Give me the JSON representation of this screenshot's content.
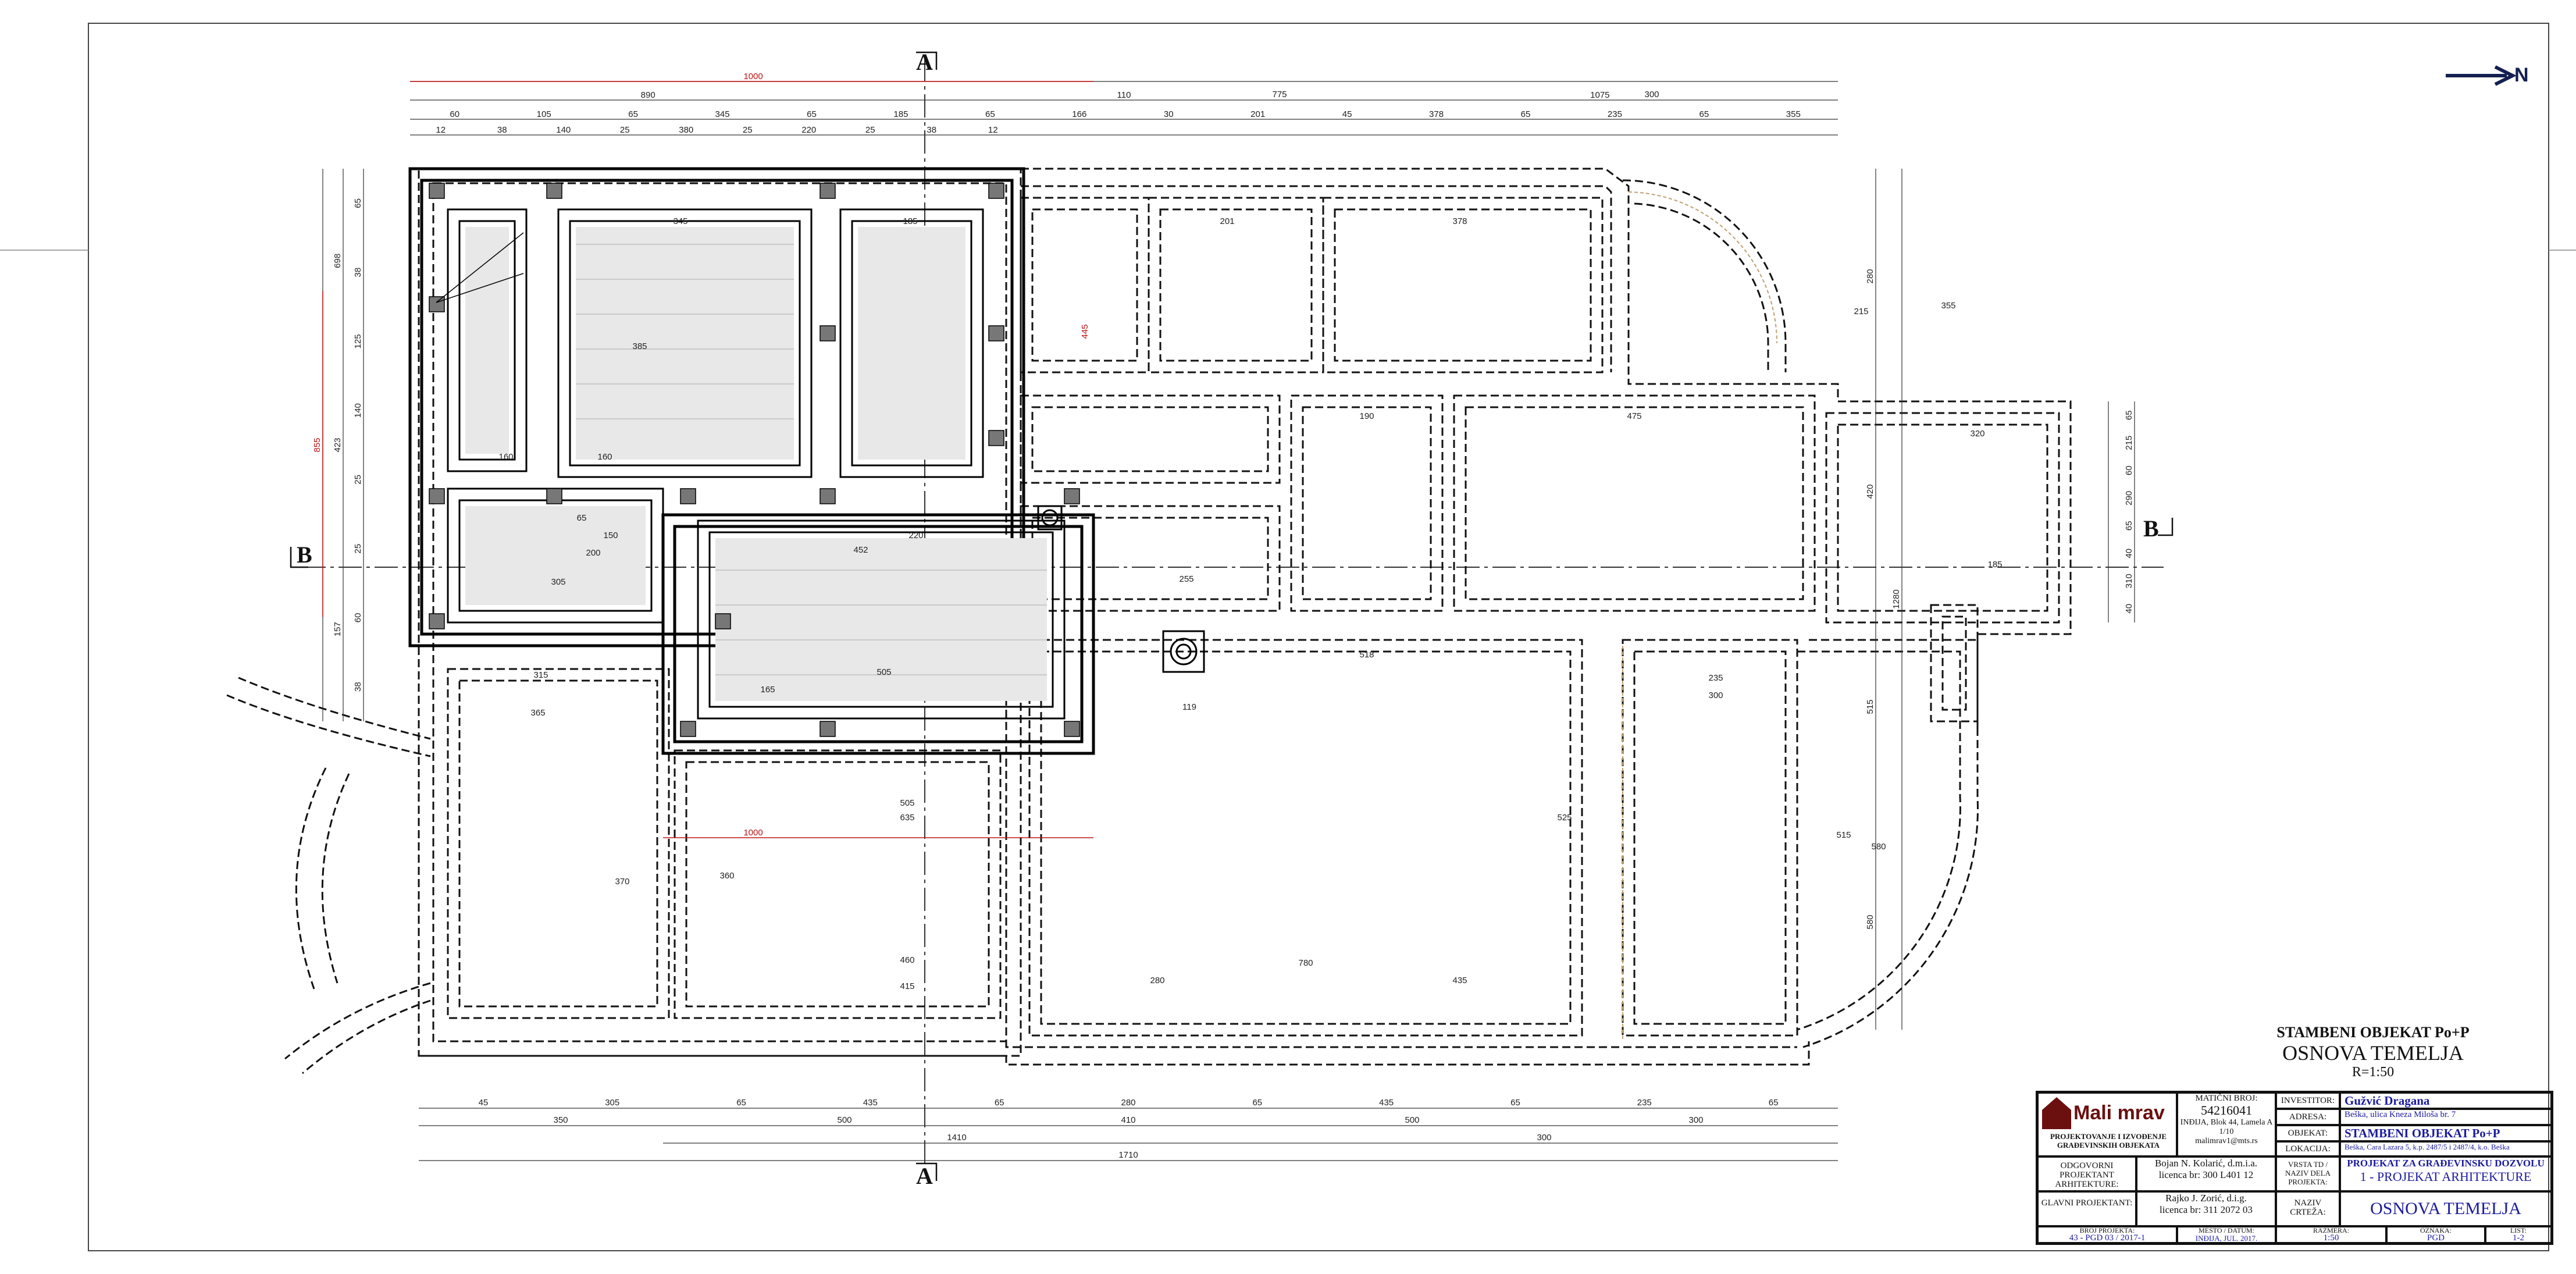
{
  "section_marks": {
    "top": "A",
    "bottom": "A",
    "left": "B",
    "right": "B"
  },
  "north_arrow": {
    "icon": "north-arrow-icon",
    "label": "N"
  },
  "dims_top": {
    "overall": "1000",
    "row1": [
      "890",
      "110",
      "1075"
    ],
    "row2": [
      "775",
      "300"
    ],
    "row3": [
      "60",
      "105",
      "65",
      "345",
      "65",
      "185",
      "65",
      "166",
      "30",
      "201",
      "45",
      "378",
      "65",
      "235",
      "65",
      "355"
    ],
    "row4": [
      "12",
      "38",
      "140",
      "25",
      "380",
      "25",
      "220",
      "25",
      "38",
      "12"
    ]
  },
  "dims_left": {
    "outer": [
      "855"
    ],
    "mid": [
      "698",
      "423",
      "157"
    ],
    "inner": [
      "65",
      "38",
      "125",
      "140",
      "25",
      "25",
      "60",
      "38"
    ]
  },
  "dims_right": {
    "outer": [
      "1280"
    ],
    "mid": [
      "280",
      "420",
      "515",
      "580"
    ],
    "inner": [
      "65",
      "215",
      "60",
      "290",
      "65",
      "40",
      "310",
      "40"
    ]
  },
  "dims_bottom": {
    "row1": [
      "45",
      "305",
      "65",
      "435",
      "65",
      "280",
      "65",
      "435",
      "65",
      "235",
      "65"
    ],
    "row2": [
      "350",
      "500",
      "410",
      "500",
      "300"
    ],
    "row3": [
      "1410",
      "300"
    ],
    "row4": [
      "1710"
    ]
  },
  "interior_dims": [
    "345",
    "385",
    "185",
    "160",
    "160",
    "65",
    "452",
    "220",
    "505",
    "165",
    "305",
    "200",
    "150",
    "315",
    "365",
    "201",
    "378",
    "190",
    "475",
    "320",
    "185",
    "235",
    "300",
    "518",
    "780",
    "460",
    "415",
    "435",
    "280",
    "505",
    "635",
    "370",
    "360",
    "525",
    "515",
    "580",
    "255",
    "119",
    "355",
    "215"
  ],
  "red_dims": [
    "1000",
    "1000",
    "855",
    "445"
  ],
  "drawing_title": {
    "building": "STAMBENI OBJEKAT Po+P",
    "title": "OSNOVA TEMELJA",
    "scale": "R=1:50"
  },
  "title_block": {
    "logo_name": "Mali mrav",
    "logo_sub": "PROJEKTOVANJE I IZVOĐENJE GRAĐEVINSKIH OBJEKATA",
    "reg_label": "MATIČNI BROJ:",
    "reg_no": "54216041",
    "company_address": "INĐIJA, Blok 44, Lamela A 1/10",
    "company_email": "malimrav1@mts.rs",
    "investor_label": "INVESTITOR:",
    "investor": "Gužvić Dragana",
    "address_label": "ADRESA:",
    "address": "Beška, ulica Kneza Miloša br. 7",
    "object_label": "OBJEKAT:",
    "object": "STAMBENI OBJEKAT Po+P",
    "location_label": "LOKACIJA:",
    "location": "Beška, Cara Lazara 5, k.p. 2487/5 i 2487/4, k.o. Beška",
    "doc_type_label": "VRSTA TD / NAZIV DELA PROJEKTA:",
    "doc_type": "PROJEKAT ZA GRAĐEVINSKU DOZVOLU",
    "doc_part": "1 - PROJEKAT ARHITEKTURE",
    "architect_label": "ODGOVORNI PROJEKTANT ARHITEKTURE:",
    "architect": "Bojan N. Kolarić, d.m.i.a.",
    "architect_license": "licenca br: 300 L401 12",
    "chief_label": "GLAVNI PROJEKTANT:",
    "chief": "Rajko J. Zorić, d.i.g.",
    "chief_license": "licenca br: 311 2072 03",
    "drawing_name_label": "NAZIV CRTEŽA:",
    "drawing_name": "OSNOVA TEMELJA",
    "project_no_label": "BROJ PROJEKTA:",
    "project_no": "43 - PGD 03 / 2017-1",
    "place_date_label": "MESTO / DATUM:",
    "place_date": "INĐIJA, JUL. 2017.",
    "scale_label": "RAZMERA:",
    "scale": "1:50",
    "mark_label": "OZNAKA:",
    "mark": "PGD",
    "sheet_label": "LIST:",
    "sheet": "1-2"
  }
}
